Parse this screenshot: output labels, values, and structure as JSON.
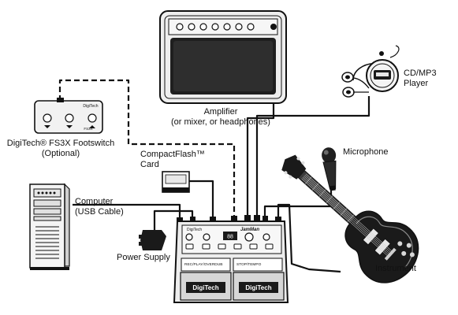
{
  "colors": {
    "line": "#111111",
    "device_fill": "#e9e9e9",
    "dark": "#1a1a1a"
  },
  "labels": {
    "amplifier_line1": "Amplifier",
    "amplifier_line2": "(or mixer, or headphones)",
    "footswitch_line1": "DigiTech® FS3X Footswitch",
    "footswitch_line2": "(Optional)",
    "compactflash_line1": "CompactFlash™",
    "compactflash_line2": "Card",
    "computer_line1": "Computer",
    "computer_line2": "(USB Cable)",
    "power_supply": "Power Supply",
    "cd_player_line1": "CD/MP3",
    "cd_player_line2": "Player",
    "microphone": "Microphone",
    "instrument": "Instrument"
  },
  "device": {
    "brand": "DigiTech",
    "model": "JamMan",
    "left_pedal": "REC/PLAY/OVERDUB",
    "right_pedal": "STOP/TEMPO",
    "display": "88"
  },
  "footswitch": {
    "brand": "DigiTech",
    "model": "FS3X"
  },
  "icons": {
    "amplifier": "amplifier-icon",
    "footswitch": "footswitch-icon",
    "computer": "computer-tower-icon",
    "compactflash": "compactflash-card-icon",
    "power_supply": "power-adapter-icon",
    "cd_player": "cd-player-headphones-icon",
    "microphone": "microphone-icon",
    "guitar": "electric-guitar-icon",
    "looper": "looper-pedal-icon"
  }
}
